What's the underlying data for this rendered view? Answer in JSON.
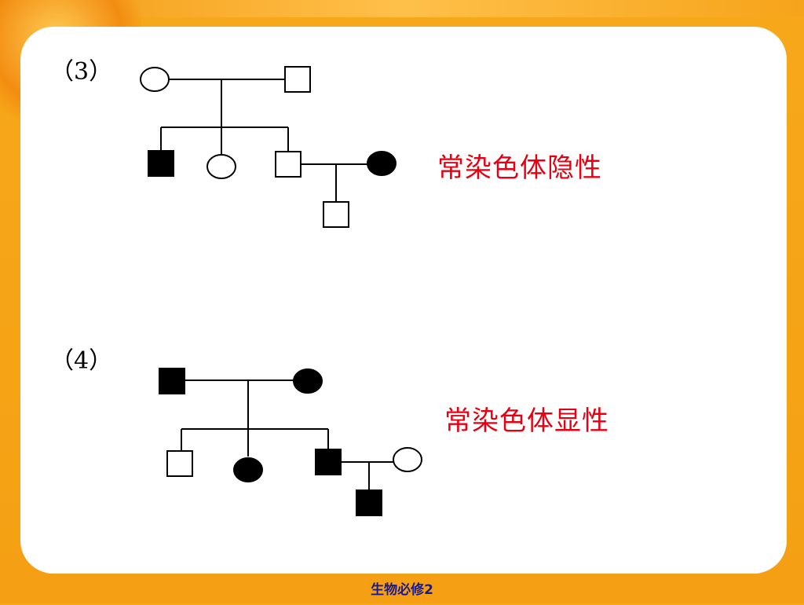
{
  "slide": {
    "problem3_label": "（3）",
    "problem3_answer": "常染色体隐性",
    "problem4_label": "（4）",
    "problem4_answer": "常染色体显性",
    "footer": "生物必修2"
  },
  "colors": {
    "background": "#f5a014",
    "panel": "#ffffff",
    "answer": "#e60012",
    "footer": "#1a1a8c",
    "affected": "#000000",
    "unaffected": "#ffffff"
  },
  "pedigrees": [
    {
      "name": "pedigree-3",
      "individuals": [
        {
          "id": "I-1",
          "sex": "female",
          "affected": false
        },
        {
          "id": "I-2",
          "sex": "male",
          "affected": false
        },
        {
          "id": "II-1",
          "sex": "male",
          "affected": true
        },
        {
          "id": "II-2",
          "sex": "female",
          "affected": false
        },
        {
          "id": "II-3",
          "sex": "male",
          "affected": false
        },
        {
          "id": "II-4",
          "sex": "female",
          "affected": true
        },
        {
          "id": "III-1",
          "sex": "male",
          "affected": false
        }
      ]
    },
    {
      "name": "pedigree-4",
      "individuals": [
        {
          "id": "I-1",
          "sex": "male",
          "affected": true
        },
        {
          "id": "I-2",
          "sex": "female",
          "affected": true
        },
        {
          "id": "II-1",
          "sex": "male",
          "affected": false
        },
        {
          "id": "II-2",
          "sex": "female",
          "affected": true
        },
        {
          "id": "II-3",
          "sex": "male",
          "affected": true
        },
        {
          "id": "II-4",
          "sex": "female",
          "affected": false
        },
        {
          "id": "III-1",
          "sex": "male",
          "affected": true
        }
      ]
    }
  ]
}
